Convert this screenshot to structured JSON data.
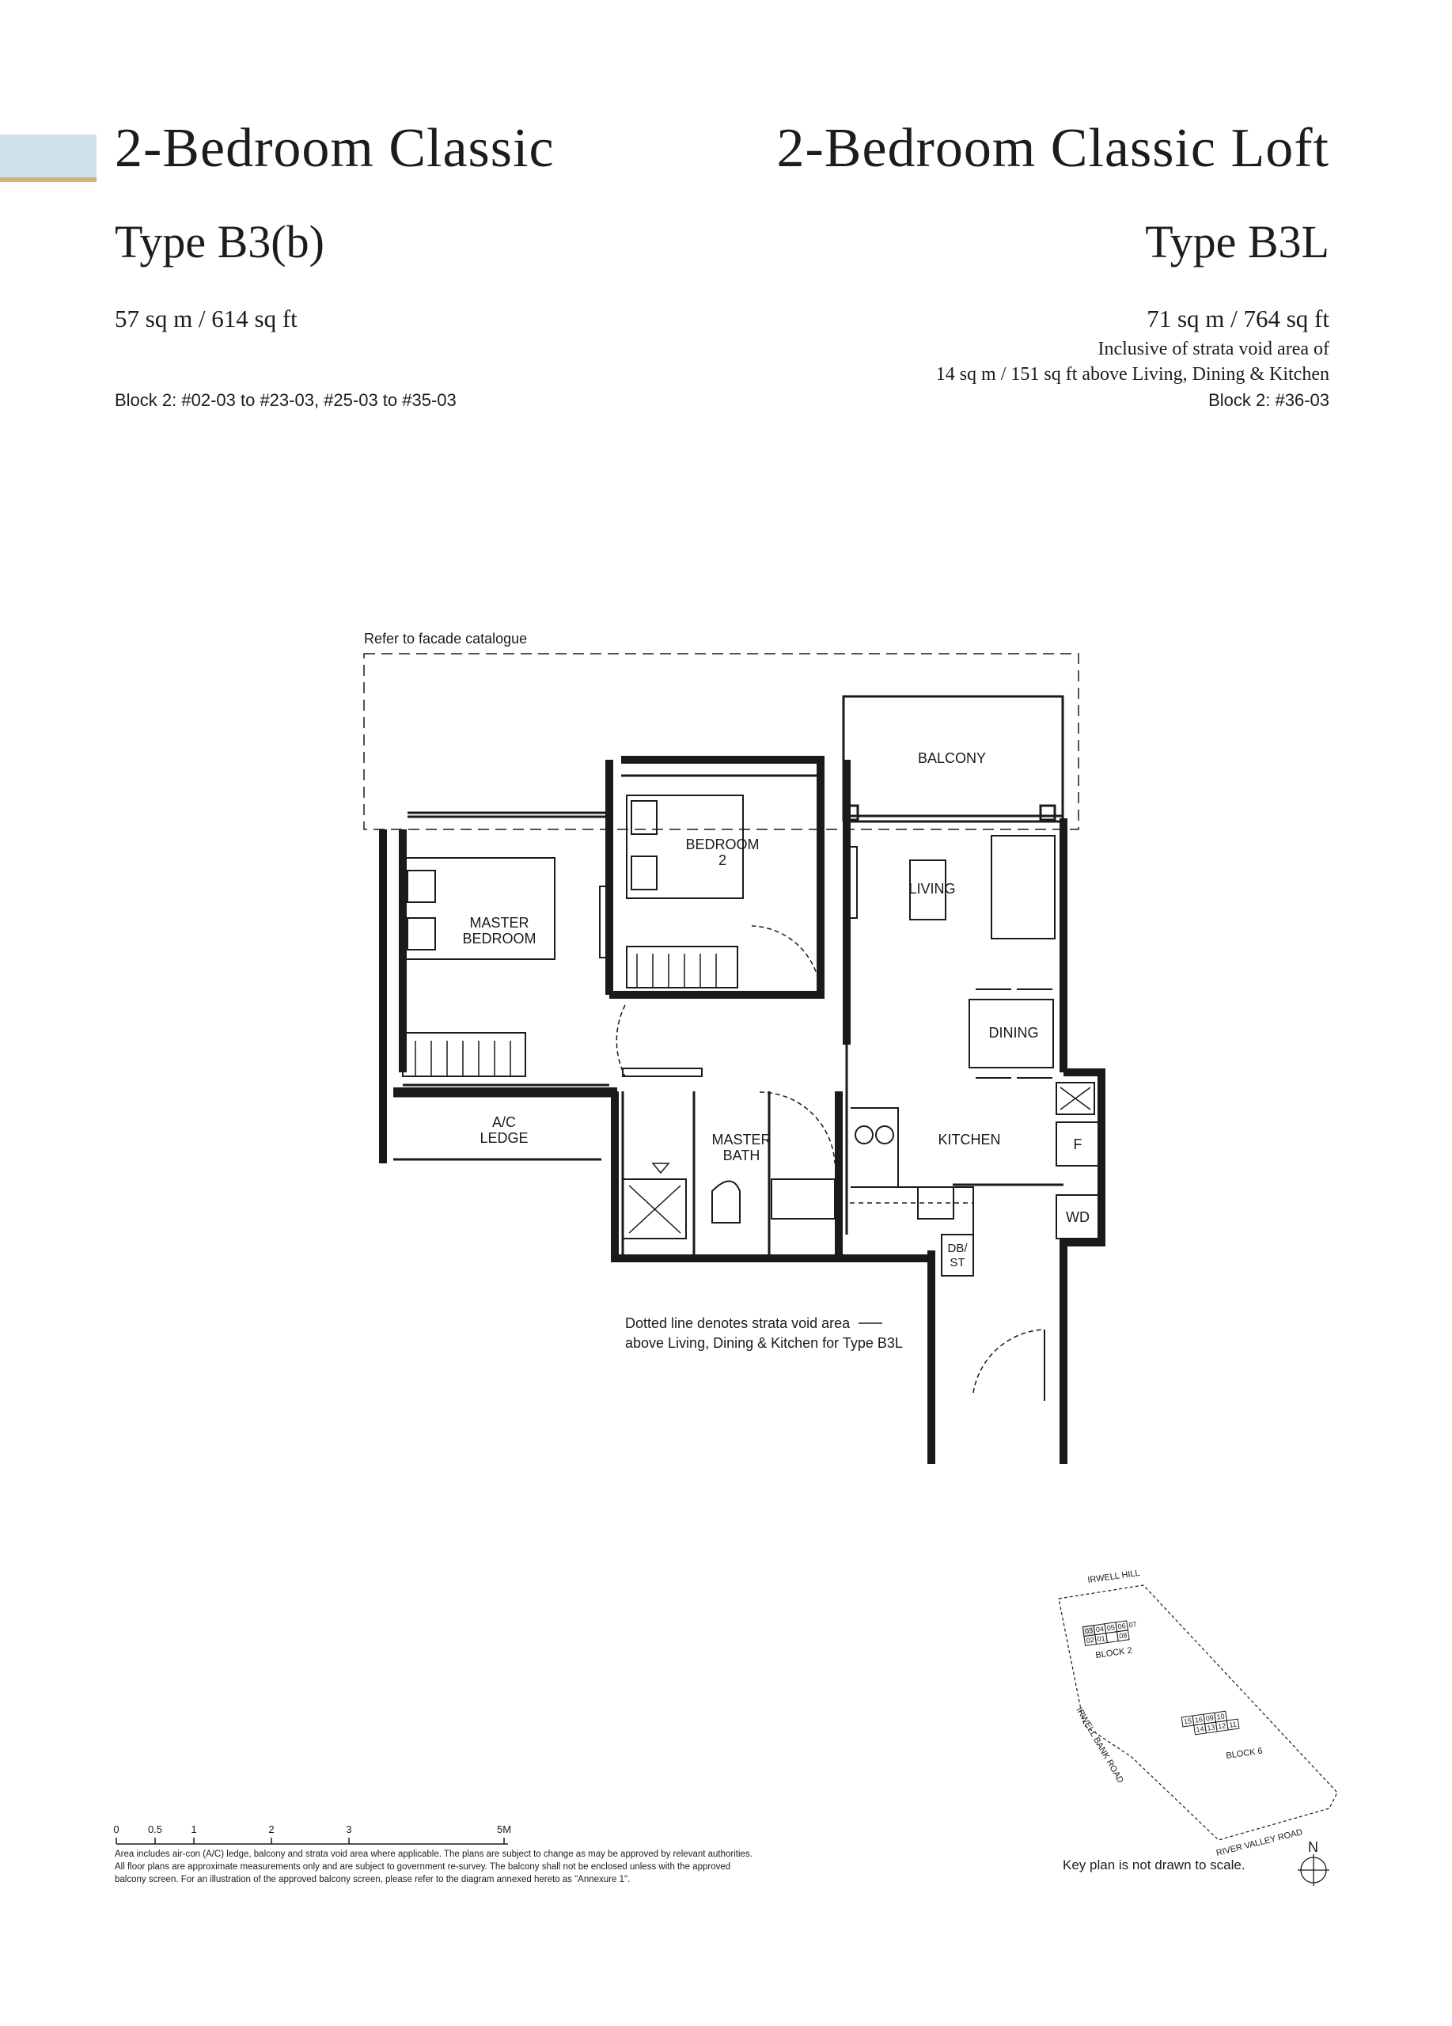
{
  "header": {
    "left": {
      "title": "2-Bedroom Classic",
      "type": "Type B3(b)",
      "area": "57 sq m / 614 sq ft",
      "blocks": "Block 2: #02-03 to #23-03, #25-03 to #35-03"
    },
    "right": {
      "title": "2-Bedroom Classic Loft",
      "type": "Type B3L",
      "area": "71 sq m / 764 sq ft",
      "void_line1": "Inclusive of strata void area of",
      "void_line2": "14 sq m / 151 sq ft above Living, Dining & Kitchen",
      "blocks": "Block 2: #36-03"
    }
  },
  "plan": {
    "facade_note": "Refer to facade catalogue",
    "rooms": {
      "balcony": "BALCONY",
      "bedroom2_a": "BEDROOM",
      "bedroom2_b": "2",
      "master_a": "MASTER",
      "master_b": "BEDROOM",
      "living": "LIVING",
      "dining": "DINING",
      "kitchen": "KITCHEN",
      "ac_a": "A/C",
      "ac_b": "LEDGE",
      "bath_a": "MASTER",
      "bath_b": "BATH",
      "fridge": "F",
      "washer": "WD",
      "db_a": "DB/",
      "db_b": "ST"
    },
    "void_note_1": "Dotted line denotes strata void area",
    "void_note_2": "above Living, Dining & Kitchen for Type B3L"
  },
  "scale_bar": {
    "labels": [
      "0",
      "0.5",
      "1",
      "2",
      "3",
      "5M"
    ]
  },
  "key_plan": {
    "roads": {
      "irwell_hill": "IRWELL HILL",
      "irwell_bank": "IRWELL BANK ROAD",
      "river_valley": "RIVER VALLEY ROAD"
    },
    "block2": {
      "label": "BLOCK 2",
      "units": [
        "03",
        "04",
        "05",
        "06",
        "07",
        "02",
        "01",
        "08"
      ]
    },
    "block6": {
      "label": "BLOCK 6",
      "units": [
        "15",
        "16",
        "09",
        "10",
        "14",
        "13",
        "12",
        "11"
      ]
    },
    "north": "N",
    "note": "Key plan is not drawn to scale."
  },
  "footnote": {
    "line1": "Area includes air-con (A/C) ledge, balcony and strata void area where applicable. The plans are subject to change as may be approved by relevant authorities.",
    "line2": "All floor plans are approximate measurements only and are subject to government re-survey. The balcony shall not be enclosed unless with the approved",
    "line3": "balcony screen. For an illustration of the approved balcony screen, please refer to the diagram annexed hereto as \"Annexure 1\"."
  },
  "colors": {
    "tab": "#cfe2ec",
    "tab_accent": "#d4b07a",
    "wall": "#1a1a1a",
    "text": "#1c1c1c"
  }
}
